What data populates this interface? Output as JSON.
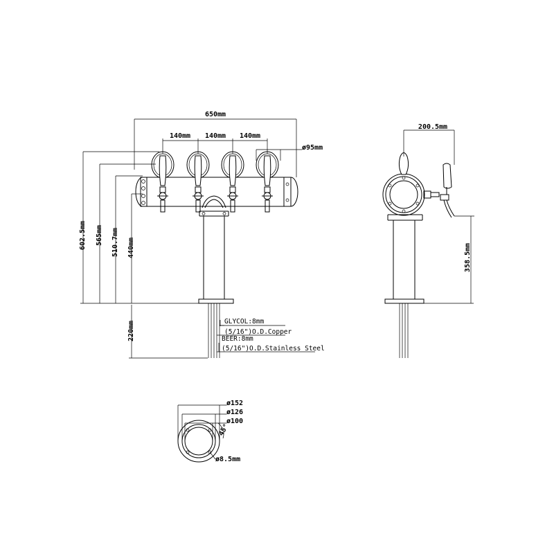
{
  "front_view": {
    "width_overall": "650mm",
    "tap_spacing_1": "140mm",
    "tap_spacing_2": "140mm",
    "tap_spacing_3": "140mm",
    "end_cap_diameter": "ø95mm",
    "height_top": "602.5mm",
    "height_565": "565mm",
    "height_5107": "510.7mm",
    "height_440": "440mm",
    "shank_length": "220mm",
    "tap_count": 4
  },
  "notes": {
    "glycol": "GLYCOL:8mm",
    "glycol_spec": "(5/16\")O.D.Copper",
    "beer": "BEER:8mm",
    "beer_spec": "(5/16\")O.D.Stainless Steel"
  },
  "side_view": {
    "tap_reach": "200.5mm",
    "tap_height": "358.5mm"
  },
  "base_view": {
    "outer_diameter": "ø152",
    "bolt_circle": "ø126",
    "inner_diameter": "ø100",
    "angle": "45°",
    "hole_diameter": "ø8.5mm"
  }
}
